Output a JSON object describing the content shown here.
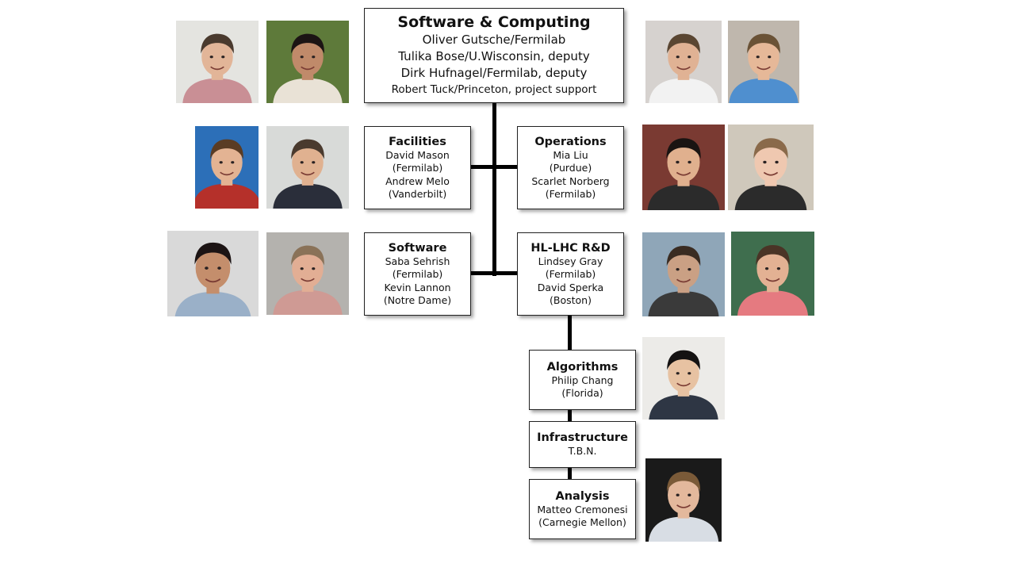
{
  "main": {
    "title": "Software & Computing",
    "lines": [
      "Oliver Gutsche/Fermilab",
      "Tulika Bose/U.Wisconsin, deputy",
      "Dirk Hufnagel/Fermilab, deputy",
      "Robert Tuck/Princeton, project support"
    ]
  },
  "facilities": {
    "title": "Facilities",
    "lines": [
      "David Mason",
      "(Fermilab)",
      "Andrew Melo",
      "(Vanderbilt)"
    ]
  },
  "operations": {
    "title": "Operations",
    "lines": [
      "Mia Liu",
      "(Purdue)",
      "Scarlet Norberg",
      "(Fermilab)"
    ]
  },
  "software": {
    "title": "Software",
    "lines": [
      "Saba Sehrish",
      "(Fermilab)",
      "Kevin Lannon",
      "(Notre Dame)"
    ]
  },
  "hllhc": {
    "title": "HL-LHC R&D",
    "lines": [
      "Lindsey Gray",
      "(Fermilab)",
      "David Sperka",
      "(Boston)"
    ]
  },
  "algorithms": {
    "title": "Algorithms",
    "lines": [
      "Philip Chang",
      "(Florida)"
    ]
  },
  "infrastructure": {
    "title": "Infrastructure",
    "lines": [
      "T.B.N."
    ]
  },
  "analysis": {
    "title": "Analysis",
    "lines": [
      "Matteo Cremonesi",
      "(Carnegie Mellon)"
    ]
  },
  "colors": {
    "line": "#000000",
    "box_border": "#222222",
    "background": "#ffffff"
  }
}
